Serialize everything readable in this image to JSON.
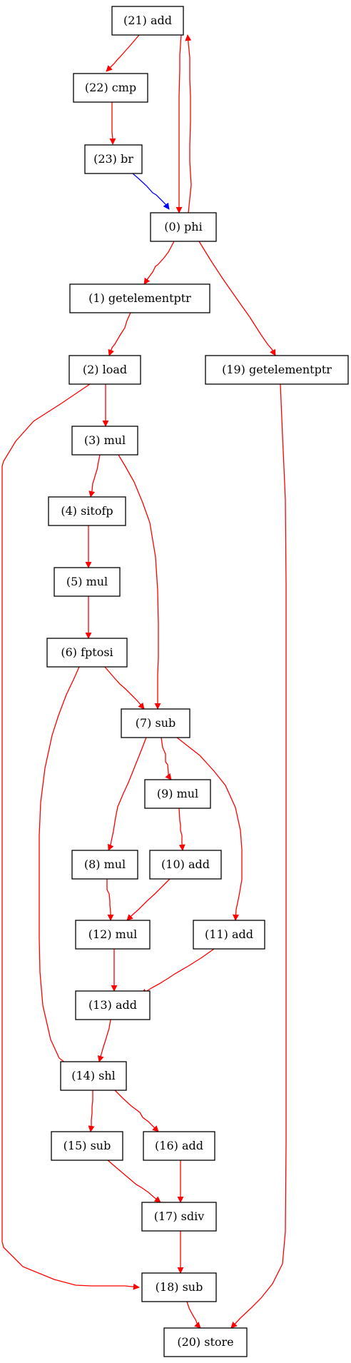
{
  "colors": {
    "data_edge": "#ff0000",
    "control_edge": "#0000ff"
  },
  "nodes": [
    {
      "id": "n21",
      "label": "(21) add"
    },
    {
      "id": "n22",
      "label": "(22) cmp"
    },
    {
      "id": "n23",
      "label": "(23) br"
    },
    {
      "id": "n0",
      "label": "(0) phi"
    },
    {
      "id": "n1",
      "label": "(1) getelementptr"
    },
    {
      "id": "n2",
      "label": "(2) load"
    },
    {
      "id": "n19",
      "label": "(19) getelementptr"
    },
    {
      "id": "n3",
      "label": "(3) mul"
    },
    {
      "id": "n4",
      "label": "(4) sitofp"
    },
    {
      "id": "n5",
      "label": "(5) mul"
    },
    {
      "id": "n6",
      "label": "(6) fptosi"
    },
    {
      "id": "n7",
      "label": "(7) sub"
    },
    {
      "id": "n9",
      "label": "(9) mul"
    },
    {
      "id": "n8",
      "label": "(8) mul"
    },
    {
      "id": "n10",
      "label": "(10) add"
    },
    {
      "id": "n12",
      "label": "(12) mul"
    },
    {
      "id": "n11",
      "label": "(11) add"
    },
    {
      "id": "n13",
      "label": "(13) add"
    },
    {
      "id": "n14",
      "label": "(14) shl"
    },
    {
      "id": "n15",
      "label": "(15) sub"
    },
    {
      "id": "n16",
      "label": "(16) add"
    },
    {
      "id": "n17",
      "label": "(17) sdiv"
    },
    {
      "id": "n18",
      "label": "(18) sub"
    },
    {
      "id": "n20",
      "label": "(20) store"
    }
  ],
  "edges": [
    {
      "from": "n21",
      "to": "n22",
      "kind": "data"
    },
    {
      "from": "n22",
      "to": "n23",
      "kind": "data"
    },
    {
      "from": "n23",
      "to": "n0",
      "kind": "control"
    },
    {
      "from": "n21",
      "to": "n0",
      "kind": "data"
    },
    {
      "from": "n0",
      "to": "n21",
      "kind": "data"
    },
    {
      "from": "n0",
      "to": "n1",
      "kind": "data"
    },
    {
      "from": "n0",
      "to": "n19",
      "kind": "data"
    },
    {
      "from": "n1",
      "to": "n2",
      "kind": "data"
    },
    {
      "from": "n2",
      "to": "n3",
      "kind": "data"
    },
    {
      "from": "n2",
      "to": "n18",
      "kind": "data"
    },
    {
      "from": "n3",
      "to": "n4",
      "kind": "data"
    },
    {
      "from": "n3",
      "to": "n7",
      "kind": "data"
    },
    {
      "from": "n4",
      "to": "n5",
      "kind": "data"
    },
    {
      "from": "n5",
      "to": "n6",
      "kind": "data"
    },
    {
      "from": "n6",
      "to": "n7",
      "kind": "data"
    },
    {
      "from": "n6",
      "to": "n14",
      "kind": "data"
    },
    {
      "from": "n7",
      "to": "n9",
      "kind": "data"
    },
    {
      "from": "n7",
      "to": "n8",
      "kind": "data"
    },
    {
      "from": "n7",
      "to": "n11",
      "kind": "data"
    },
    {
      "from": "n9",
      "to": "n10",
      "kind": "data"
    },
    {
      "from": "n8",
      "to": "n12",
      "kind": "data"
    },
    {
      "from": "n10",
      "to": "n12",
      "kind": "data"
    },
    {
      "from": "n12",
      "to": "n13",
      "kind": "data"
    },
    {
      "from": "n11",
      "to": "n13",
      "kind": "data"
    },
    {
      "from": "n13",
      "to": "n14",
      "kind": "data"
    },
    {
      "from": "n14",
      "to": "n15",
      "kind": "data"
    },
    {
      "from": "n14",
      "to": "n16",
      "kind": "data"
    },
    {
      "from": "n15",
      "to": "n17",
      "kind": "data"
    },
    {
      "from": "n16",
      "to": "n17",
      "kind": "data"
    },
    {
      "from": "n17",
      "to": "n18",
      "kind": "data"
    },
    {
      "from": "n18",
      "to": "n20",
      "kind": "data"
    },
    {
      "from": "n19",
      "to": "n20",
      "kind": "data"
    }
  ]
}
